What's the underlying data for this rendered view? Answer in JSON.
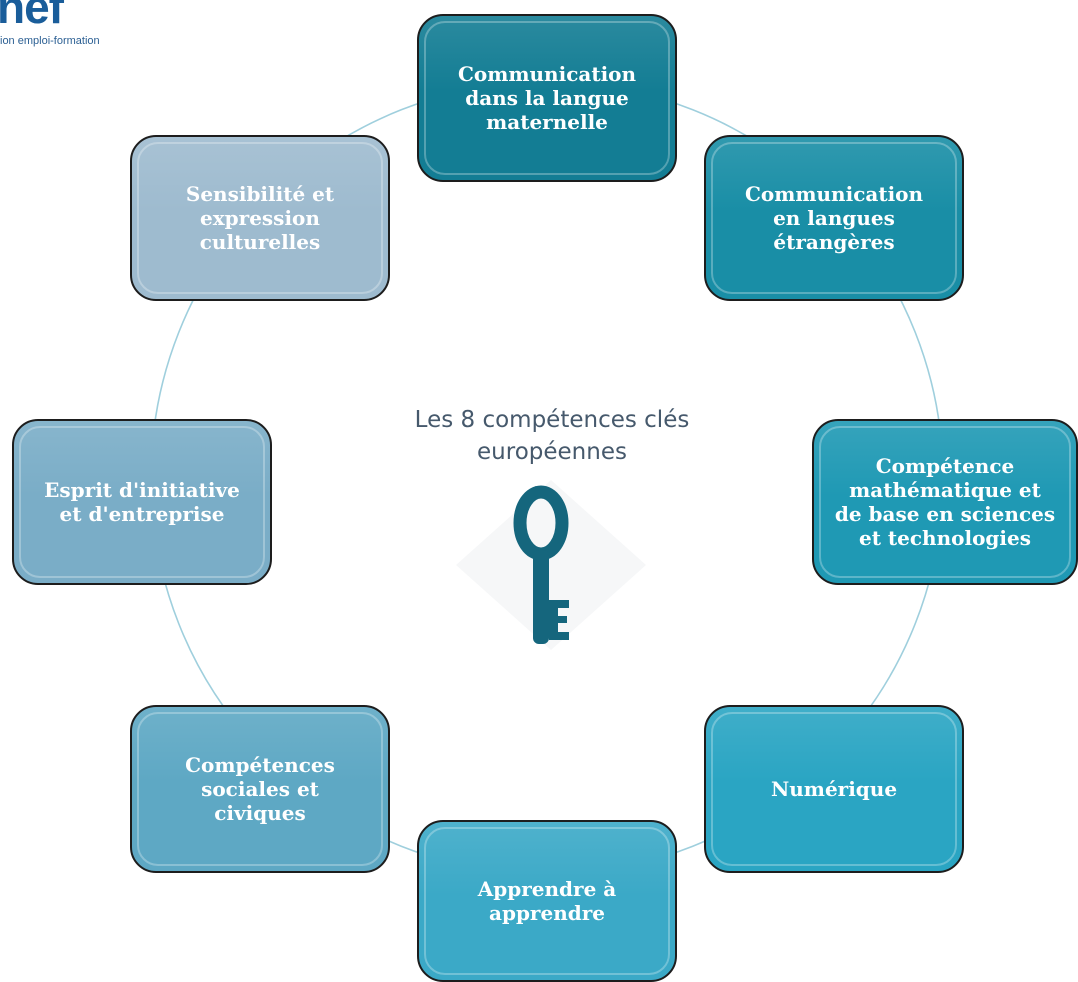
{
  "logo": {
    "wordmark": "nef",
    "tagline": "ion emploi-formation"
  },
  "diagram": {
    "center_title": "Les 8 compétences clés\neuropéennes",
    "center_icon": "key-icon",
    "ring_color": "#9fcfdd",
    "nodes": [
      {
        "label": "Communication\ndans la langue\nmaternelle",
        "color": "#137d94"
      },
      {
        "label": "Communication\nen langues\nétrangères",
        "color": "#198ea6"
      },
      {
        "label": "Compétence\nmathématique et\nde base en sciences\net technologies",
        "color": "#1f99b4"
      },
      {
        "label": "Numérique",
        "color": "#2aa5c3"
      },
      {
        "label": "Apprendre à\napprendre",
        "color": "#3ba9c7"
      },
      {
        "label": "Compétences\nsociales et\nciviques",
        "color": "#5ea8c4"
      },
      {
        "label": "Esprit d'initiative\net d'entreprise",
        "color": "#7aadc7"
      },
      {
        "label": "Sensibilité et\nexpression\nculturelles",
        "color": "#9ebbcf"
      }
    ]
  }
}
